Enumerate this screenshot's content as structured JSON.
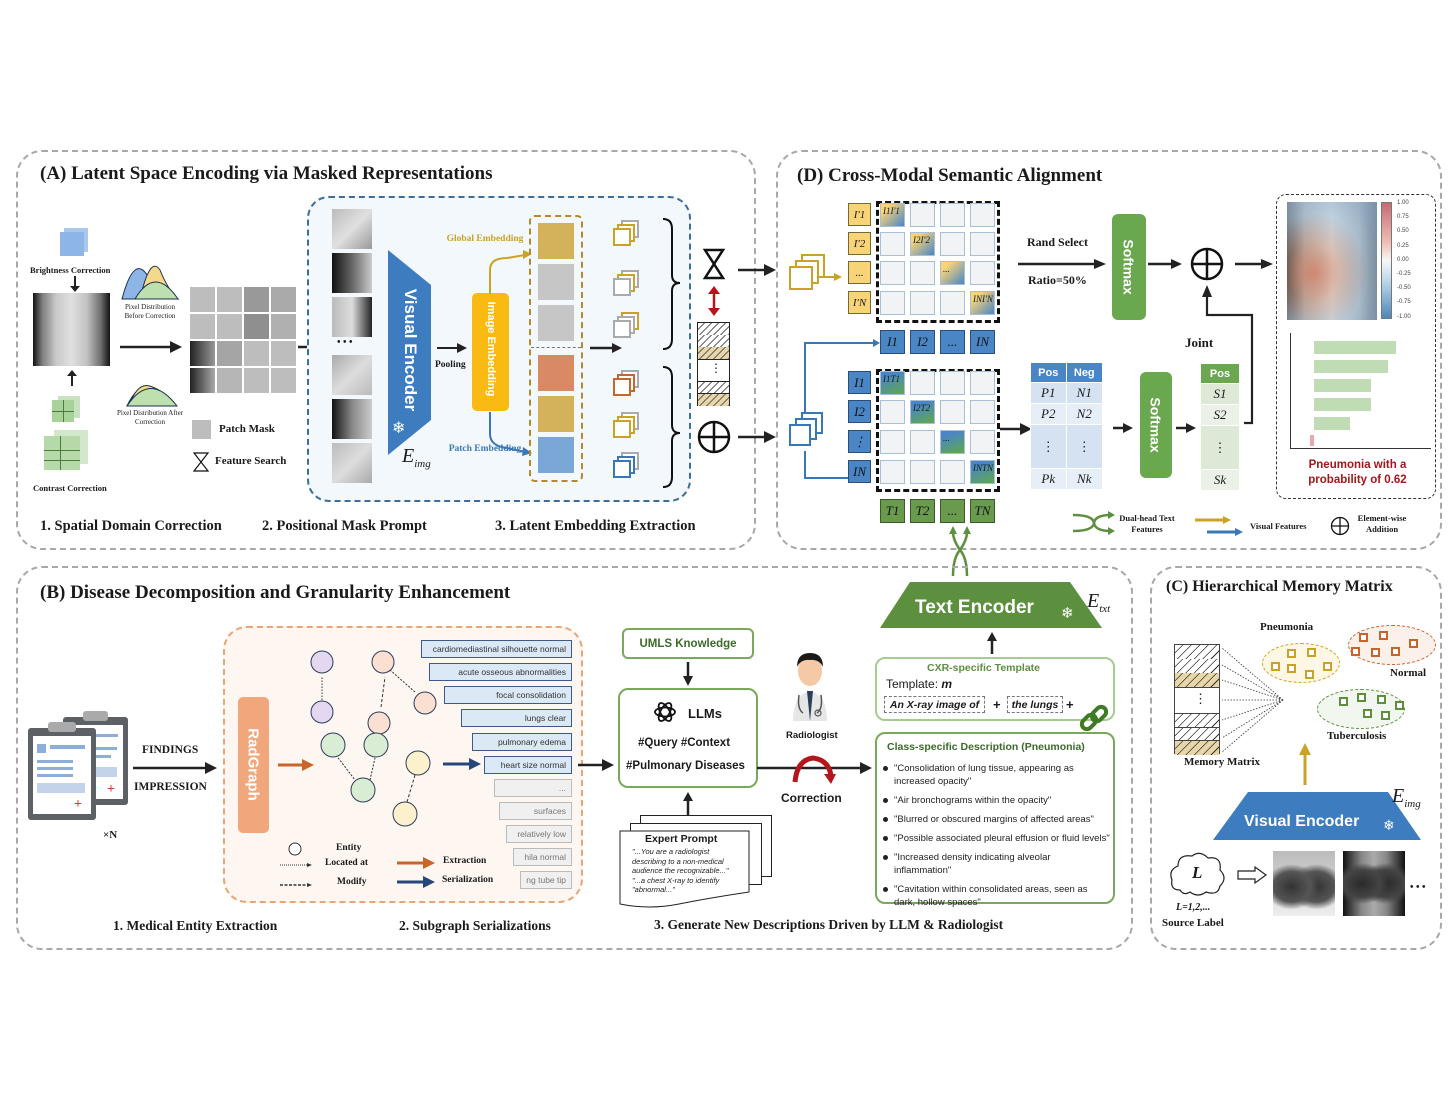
{
  "panels": {
    "A": {
      "title": "(A) Latent Space Encoding via Masked Representations",
      "steps": [
        "1. Spatial Domain Correction",
        "2. Positional Mask Prompt",
        "3. Latent Embedding Extraction"
      ],
      "brightness_label": "Brightness Correction",
      "contrast_label": "Contrast Correction",
      "dist_before": "Pixel Distribution Before Correction",
      "dist_after": "Pixel Distribution After Correction",
      "legend_patch_mask": "Patch Mask",
      "legend_feature_search": "Feature Search",
      "ellipsis": "• • •",
      "visual_encoder": "Visual Encoder",
      "encoder_symbol": "E",
      "encoder_sub": "img",
      "pooling": "Pooling",
      "image_embedding": "Image Embedding",
      "global_embedding": "Global Embedding",
      "patch_embedding": "Patch Embedding",
      "memory_dots": "⋮"
    },
    "D": {
      "title": "(D) Cross-Modal Semantic Alignment",
      "left_col_top": [
        "I'1",
        "I'2",
        "...",
        "I'N"
      ],
      "diag_top": [
        "I1I'1",
        "I2I'2",
        "...",
        "INI'N"
      ],
      "bottom_row_top": [
        "I1",
        "I2",
        "...",
        "IN"
      ],
      "left_col_bottom": [
        "I1",
        "I2",
        "⋮",
        "IN"
      ],
      "diag_bottom": [
        "I1T1",
        "I2T2",
        "...",
        "INTN"
      ],
      "bottom_row_text": [
        "T1",
        "T2",
        "...",
        "TN"
      ],
      "rand_select": "Rand Select",
      "ratio": "Ratio=50%",
      "softmax": "Softmax",
      "joint": "Joint",
      "posneg_headers": [
        "Pos",
        "Neg"
      ],
      "posneg_rows": [
        [
          "P1",
          "N1"
        ],
        [
          "P2",
          "N2"
        ],
        [
          "⋮",
          "⋮"
        ],
        [
          "Pk",
          "Nk"
        ]
      ],
      "score_header": "Pos",
      "score_rows": [
        "S1",
        "S2",
        "⋮",
        "Sk"
      ],
      "legend": {
        "dual_head": "Dual-head Text Features",
        "visual_features": "Visual Features",
        "element_wise": "Element-wise Addition"
      },
      "result": {
        "colorbar_ticks": [
          "1.00",
          "0.75",
          "0.50",
          "0.25",
          "0.00",
          "-0.25",
          "-0.50",
          "-0.75",
          "-1.00"
        ],
        "prediction_line1": "Pneumonia with a",
        "prediction_line2": "probability of 0.62"
      }
    },
    "B": {
      "title": "(B) Disease Decomposition and Granularity Enhancement",
      "steps": [
        "1. Medical Entity Extraction",
        "2. Subgraph Serializations",
        "3. Generate New Descriptions Driven by LLM & Radiologist"
      ],
      "findings": "FINDINGS",
      "impression": "IMPRESSION",
      "times_n": "×N",
      "radgraph": "RadGraph",
      "legend": {
        "entity": "Entity",
        "located_at": "Located at",
        "modify": "Modify",
        "extraction": "Extraction",
        "serialization": "Serialization"
      },
      "serialized_tags": [
        {
          "text": "cardiomediastinal silhouette normal",
          "style": "blue"
        },
        {
          "text": "acute osseous abnormalities",
          "style": "blue"
        },
        {
          "text": "focal consolidation",
          "style": "blue"
        },
        {
          "text": "lungs clear",
          "style": "blue"
        },
        {
          "text": "pulmonary edema",
          "style": "blue"
        },
        {
          "text": "heart size normal",
          "style": "blue"
        },
        {
          "text": "...",
          "style": "gray"
        },
        {
          "text": "surfaces",
          "style": "gray"
        },
        {
          "text": "relatively low",
          "style": "gray"
        },
        {
          "text": "hila normal",
          "style": "gray"
        },
        {
          "text": "ng tube tip",
          "style": "gray"
        }
      ],
      "umls": "UMLS Knowledge",
      "llms": "LLMs",
      "query_context": "#Query #Context",
      "pulmonary": "#Pulmonary Diseases",
      "radiologist": "Radiologist",
      "correction": "Correction",
      "expert_prompt_title": "Expert Prompt",
      "expert_prompt_lines": [
        "\"...You are a radiologist",
        "describing to a non-medical",
        "audience the recognizable...\"",
        "\"...a chest X-ray to identify",
        "\"abnormal...\""
      ],
      "text_encoder": "Text Encoder",
      "txt_symbol": "E",
      "txt_sub": "txt",
      "template_title": "CXR-specific Template",
      "template_label": "Template: ",
      "template_var": "m",
      "template_part1": "An X-ray image of",
      "template_part2": "the lungs",
      "plus": "+",
      "class_desc_title": "Class-specific Description (Pneumonia)",
      "class_desc": [
        "\"Consolidation of lung tissue, appearing as increased opacity\"",
        "\"Air bronchograms within the opacity\"",
        "\"Blurred or obscured margins of affected areas\"",
        "\"Possible associated pleural effusion or fluid levels\"",
        "\"Increased density indicating alveolar inflammation\"",
        "\"Cavitation within consolidated areas, seen as dark, hollow spaces\""
      ]
    },
    "C": {
      "title": "(C) Hierarchical Memory Matrix",
      "clusters": [
        "Pneumonia",
        "Normal",
        "Tuberculosis"
      ],
      "memory_matrix": "Memory Matrix",
      "visual_encoder": "Visual Encoder",
      "enc_symbol": "E",
      "enc_sub": "img",
      "source_symbol": "L",
      "source_range": "L=1,2,...",
      "source_label": "Source Label",
      "ellipsis": "• • •"
    }
  },
  "colors": {
    "visual_blue": "#3a78b5",
    "visual_gold": "#c9a227",
    "text_green": "#6aa84f",
    "orange": "#c7652a",
    "prediction_red": "#a3161b"
  }
}
